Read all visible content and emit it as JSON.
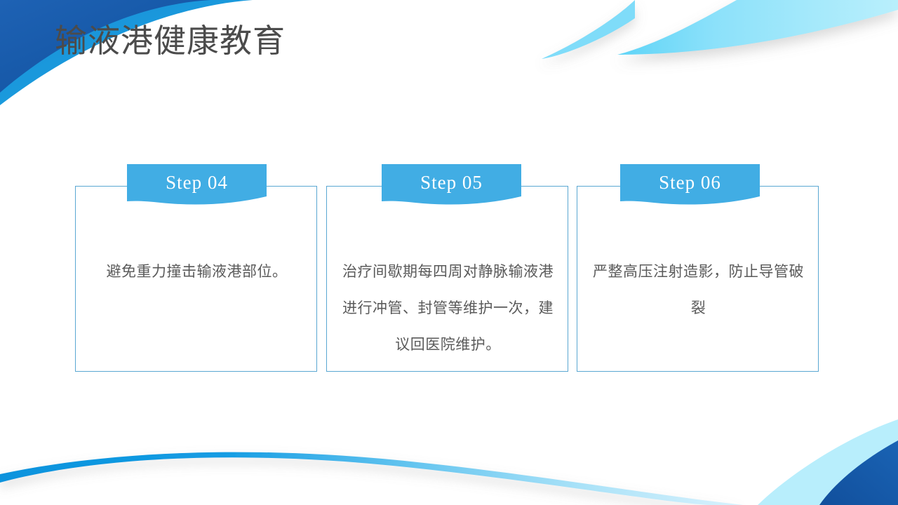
{
  "slide": {
    "title": "输液港健康教育",
    "background_color": "#ffffff",
    "title_color": "#4b4b4b"
  },
  "theme": {
    "badge_blue": "#41ade4",
    "card_border_blue": "#5aa7d2",
    "deco_dark_blue": "#15529f",
    "deco_mid_blue": "#0f90d8",
    "deco_light_cyan": "#9fe7fb",
    "body_text_color": "#5a5a5a"
  },
  "steps": [
    {
      "badge": "Step 04",
      "text": "避免重力撞击输液港部位。"
    },
    {
      "badge": "Step 05",
      "text": "治疗间歇期每四周对静脉输液港进行冲管、封管等维护一次，建议回医院维护。"
    },
    {
      "badge": "Step 06",
      "text": "严整高压注射造影，防止导管破裂"
    }
  ],
  "decorations": [
    {
      "name": "top-left-blue-wedge",
      "color": "#15529f"
    },
    {
      "name": "top-left-blue-curve",
      "color": "#0f90d8"
    },
    {
      "name": "top-right-cyan-ribbon",
      "color": "#9fe7fb"
    },
    {
      "name": "bottom-left-blue-ribbon",
      "color": "#0f90d8"
    },
    {
      "name": "bottom-right-cyan-band",
      "color": "#b5eefc"
    },
    {
      "name": "bottom-right-blue-wedge",
      "color": "#15529f"
    }
  ]
}
